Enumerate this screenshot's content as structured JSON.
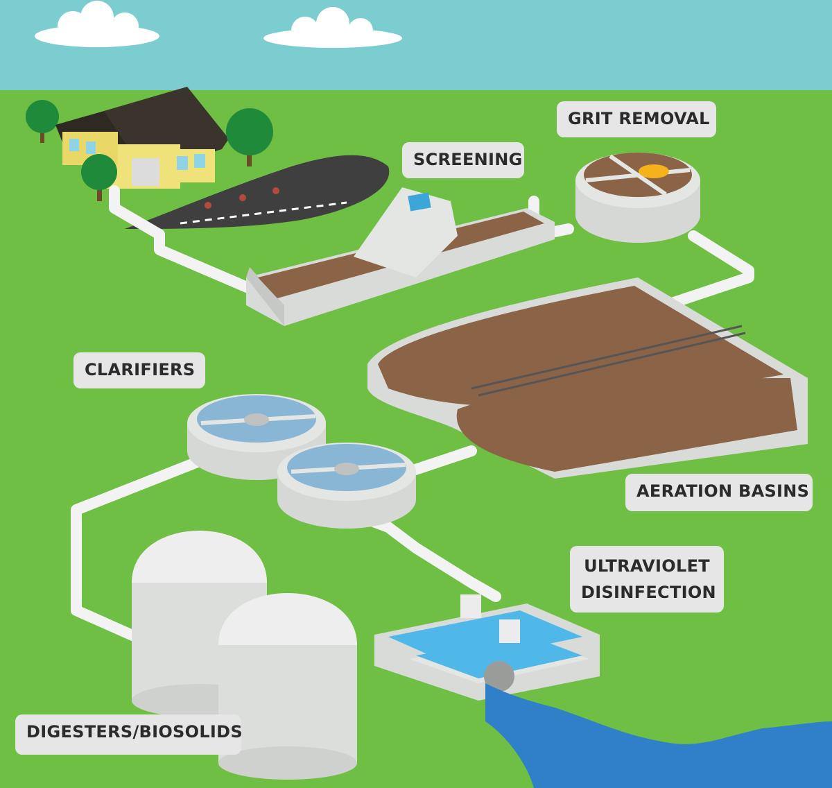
{
  "labels": {
    "grit_removal": "GRIT REMOVAL",
    "screening": "SCREENING",
    "clarifiers": "CLARIFIERS",
    "aeration_basins": "AERATION BASINS",
    "uv_line1": "ULTRAVIOLET",
    "uv_line2": "DISINFECTION",
    "digesters": "DIGESTERS/BIOSOLIDS"
  },
  "colors": {
    "sky": "#7ccdd0",
    "grass": "#6fbf44",
    "concrete": "#e2e4e2",
    "sludge": "#8b6347",
    "water": "#2f80c8",
    "clarifier_water": "#8ab6d6",
    "grit_center": "#f5b21b",
    "label_bg": "#e6e6e6"
  }
}
